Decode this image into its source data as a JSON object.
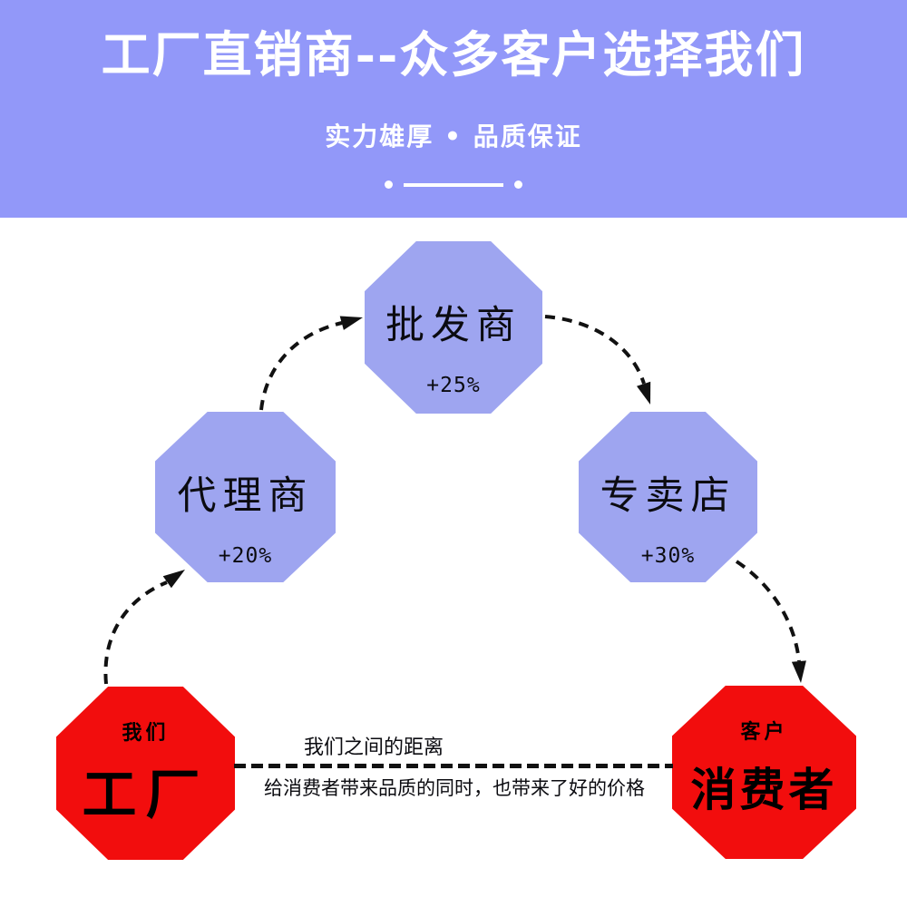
{
  "banner": {
    "title": "工厂直销商--众多客户选择我们",
    "subtitle": "实力雄厚 • 品质保证"
  },
  "diagram": {
    "wholesaler": {
      "label": "批发商",
      "markup": "+25%"
    },
    "agent": {
      "label": "代理商",
      "markup": "+20%"
    },
    "store": {
      "label": "专卖店",
      "markup": "+30%"
    },
    "factory": {
      "tag": "我们",
      "label": "工厂"
    },
    "consumer": {
      "tag": "客户",
      "label": "消费者"
    },
    "distance": {
      "title": "我们之间的距离",
      "caption": "给消费者带来品质的同时，也带来了好的价格"
    }
  },
  "colors": {
    "banner_bg": "#9298f9",
    "banner_text": "#ffffff",
    "node_purple": "#9ea5f0",
    "node_red": "#f20d0d",
    "node_text": "#0b0b10",
    "arrow": "#111111"
  }
}
